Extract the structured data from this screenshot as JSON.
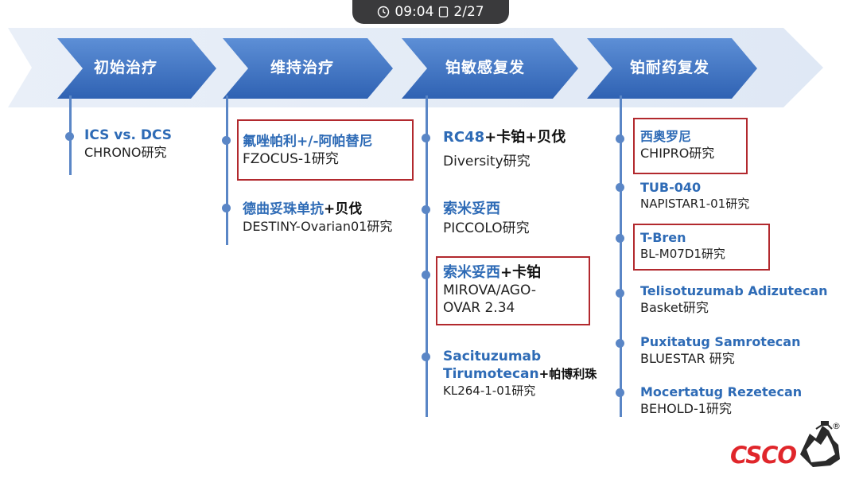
{
  "status": {
    "time": "09:04",
    "page": "2/27"
  },
  "stages": [
    {
      "label": "初始治疗"
    },
    {
      "label": "维持治疗"
    },
    {
      "label": "铂敏感复发"
    },
    {
      "label": "铂耐药复发"
    }
  ],
  "col1": [
    {
      "title": "ICS vs. DCS",
      "sub": "CHRONO研究"
    }
  ],
  "col2": [
    {
      "title": "氟唑帕利+/-阿帕替尼",
      "sub": "FZOCUS-1研究"
    },
    {
      "title": "德曲妥珠单抗",
      "title_black": "+贝伐",
      "sub": "DESTINY-Ovarian01研究"
    }
  ],
  "col3": [
    {
      "title": "RC48",
      "title_black": "+卡铂+贝伐",
      "sub": "Diversity研究"
    },
    {
      "title": "索米妥西",
      "sub": "PICCOLO研究"
    },
    {
      "title": "索米妥西",
      "title_black": "+卡铂",
      "sub_line1": "MIROVA/AGO-",
      "sub_line2": "OVAR 2.34"
    },
    {
      "title_line1": "Sacituzumab",
      "title_line2": "Tirumotecan",
      "title_black": "+帕博利珠",
      "sub": "KL264-1-01研究"
    }
  ],
  "col4": [
    {
      "title": "西奥罗尼",
      "sub": "CHIPRO研究"
    },
    {
      "title": "TUB-040",
      "sub": "NAPISTAR1-01研究"
    },
    {
      "title": "T-Bren",
      "sub": "BL-M07D1研究"
    },
    {
      "title": "Telisotuzumab Adizutecan",
      "sub": "Basket研究"
    },
    {
      "title": "Puxitatug Samrotecan",
      "sub": "BLUESTAR 研究"
    },
    {
      "title": "Mocertatug Rezetecan",
      "sub": "BEHOLD-1研究"
    }
  ],
  "logo": {
    "text": "CSCO",
    "reg": "®"
  },
  "colors": {
    "accent": "#2e6bb6",
    "line": "#5a86c6",
    "highlight": "#b2292e",
    "logo": "#e0262b"
  }
}
